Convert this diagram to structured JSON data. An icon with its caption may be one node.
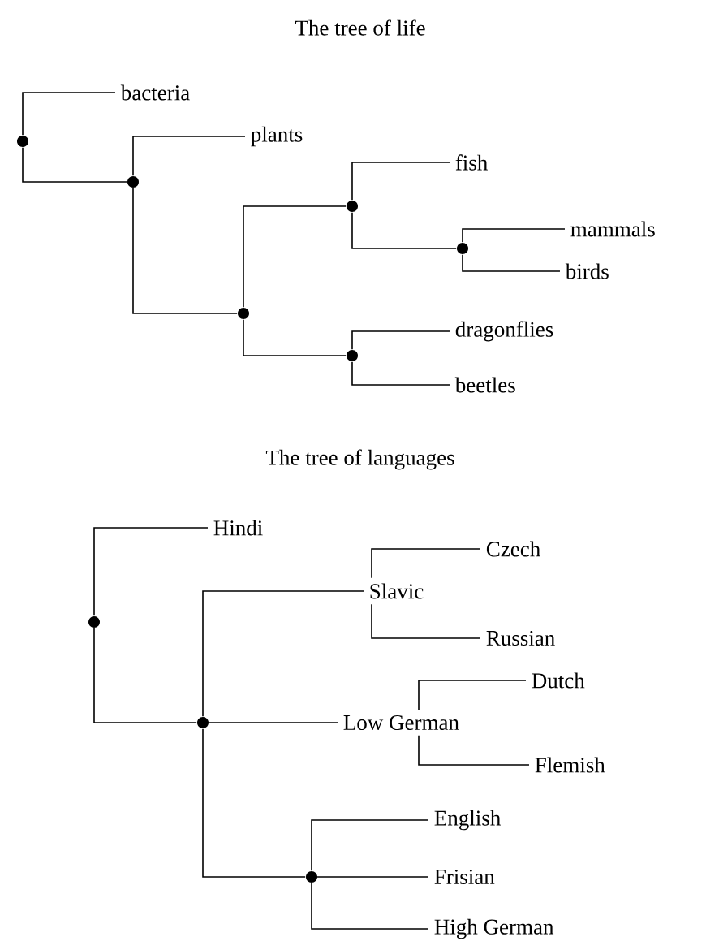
{
  "diagram": {
    "nodes": [
      {
        "text": [],
        "shape": "circle"
      },
      {
        "text": [
          "bacteria"
        ]
      },
      {
        "text": [],
        "shape": "circle"
      },
      {
        "text": [
          "plants"
        ]
      },
      {
        "text": [],
        "shape": "circle"
      },
      {
        "text": [],
        "shape": "circle"
      },
      {
        "text": [
          "fish"
        ]
      },
      {
        "text": [],
        "shape": "circle"
      },
      {
        "text": [
          "mammals"
        ]
      },
      {
        "text": [
          "birds"
        ]
      },
      {
        "text": [],
        "shape": "circle"
      },
      {
        "text": [
          "dragonflies"
        ]
      },
      {
        "text": [
          "beetles"
        ]
      },
      {
        "text": [],
        "shape": "circle"
      },
      {
        "text": [
          "Hindi"
        ]
      },
      {
        "text": [],
        "shape": "circle"
      },
      {
        "text": [
          "Slavic"
        ]
      },
      {
        "text": [
          "Czech"
        ]
      },
      {
        "text": [
          "Russian"
        ]
      },
      {
        "text": [
          "Low German"
        ]
      },
      {
        "text": [
          "Dutch"
        ]
      },
      {
        "text": [
          "Flemish"
        ]
      },
      {
        "text": [],
        "shape": "circle"
      },
      {
        "text": [
          "English"
        ]
      },
      {
        "text": [
          "Frisian"
        ]
      },
      {
        "text": [
          "High German"
        ]
      }
    ],
    "edges": [
      {
        "from": 0,
        "to": 1,
        "arrow": "none"
      },
      {
        "from": 0,
        "to": 2,
        "arrow": "none"
      },
      {
        "from": 2,
        "to": 3,
        "arrow": "none"
      },
      {
        "from": 2,
        "to": 4,
        "arrow": "none"
      },
      {
        "from": 4,
        "to": 5,
        "arrow": "none"
      },
      {
        "from": 5,
        "to": 6,
        "arrow": "none"
      },
      {
        "from": 5,
        "to": 7,
        "arrow": "none"
      },
      {
        "from": 7,
        "to": 8,
        "arrow": "none"
      },
      {
        "from": 7,
        "to": 9,
        "arrow": "none"
      },
      {
        "from": 4,
        "to": 10,
        "arrow": "none"
      },
      {
        "from": 10,
        "to": 11,
        "arrow": "none"
      },
      {
        "from": 10,
        "to": 12,
        "arrow": "none"
      },
      {
        "from": 13,
        "to": 14,
        "arrow": "none"
      },
      {
        "from": 13,
        "to": 15,
        "arrow": "none"
      },
      {
        "from": 15,
        "to": 16,
        "arrow": "none"
      },
      {
        "from": 16,
        "to": 17,
        "arrow": "none"
      },
      {
        "from": 16,
        "to": 18,
        "arrow": "none"
      },
      {
        "from": 15,
        "to": 19,
        "arrow": "none"
      },
      {
        "from": 19,
        "to": 20,
        "arrow": "none"
      },
      {
        "from": 19,
        "to": 21,
        "arrow": "none"
      },
      {
        "from": 15,
        "to": 22,
        "arrow": "none"
      },
      {
        "from": 22,
        "to": 23,
        "arrow": "none"
      },
      {
        "from": 22,
        "to": 24,
        "arrow": "none"
      },
      {
        "from": 22,
        "to": 25,
        "arrow": "none"
      }
    ],
    "labels": [
      "The tree of life",
      "The tree of languages"
    ]
  }
}
